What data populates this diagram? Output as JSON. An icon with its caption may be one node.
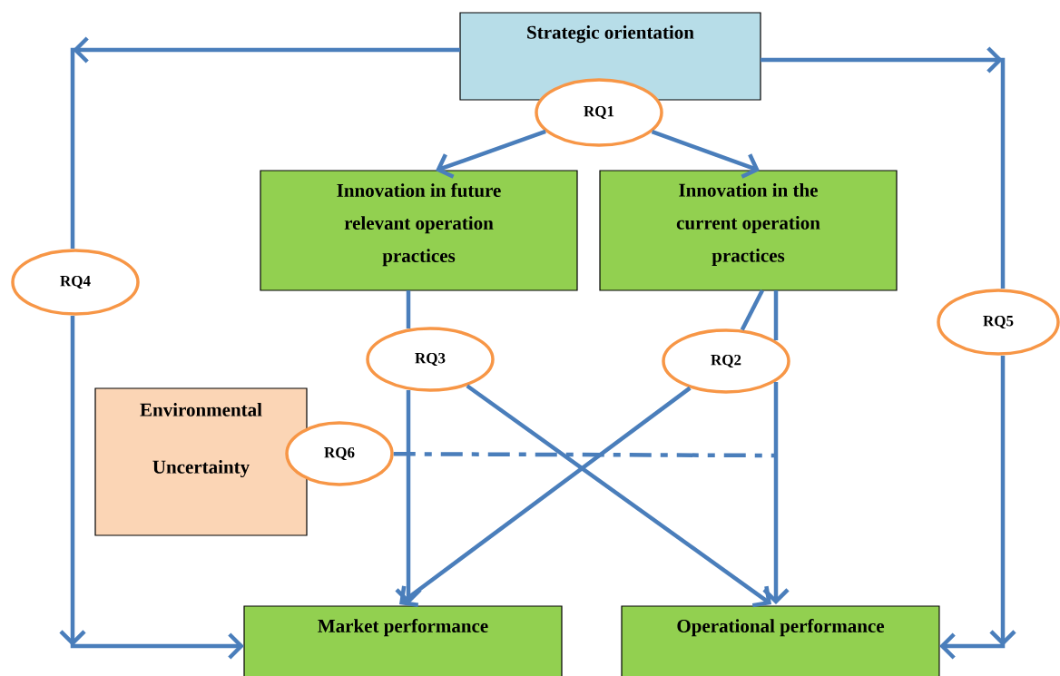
{
  "diagram": {
    "nodes": [
      {
        "text": [
          "Strategic orientation"
        ]
      },
      {
        "text": [
          "RQ1"
        ]
      },
      {
        "text": [
          "Innovation in future relevant operation practices"
        ]
      },
      {
        "text": [
          "Innovation in the current operation practices"
        ]
      },
      {
        "text": [
          "RQ4"
        ]
      },
      {
        "text": [
          "RQ5"
        ]
      },
      {
        "text": [
          "RQ3"
        ]
      },
      {
        "text": [
          "RQ2"
        ]
      },
      {
        "text": [
          "Environmental Uncertainty"
        ]
      },
      {
        "text": [
          "RQ6"
        ]
      },
      {
        "text": [
          "Market performance"
        ]
      },
      {
        "text": [
          "Operational performance"
        ]
      }
    ],
    "edges": [
      {
        "from": 0,
        "to": 4,
        "arrow": "to"
      },
      {
        "from": 4,
        "to": 10,
        "arrow": "to"
      },
      {
        "from": 0,
        "to": 5,
        "arrow": "to"
      },
      {
        "from": 5,
        "to": 11,
        "arrow": "to"
      },
      {
        "from": 1,
        "to": 2,
        "arrow": "to"
      },
      {
        "from": 1,
        "to": 3,
        "arrow": "to"
      },
      {
        "from": 2,
        "to": 6,
        "arrow": "none"
      },
      {
        "from": 6,
        "to": 10,
        "arrow": "to"
      },
      {
        "from": 6,
        "to": 11,
        "arrow": "to"
      },
      {
        "from": 3,
        "to": 7,
        "arrow": "none"
      },
      {
        "from": 3,
        "to": 7,
        "arrow": "none"
      },
      {
        "from": 7,
        "to": 10,
        "arrow": "to"
      },
      {
        "from": 7,
        "to": 11,
        "arrow": "to"
      },
      {
        "from": 9,
        "to": null,
        "arrow": "none",
        "style": "dashed"
      }
    ]
  }
}
